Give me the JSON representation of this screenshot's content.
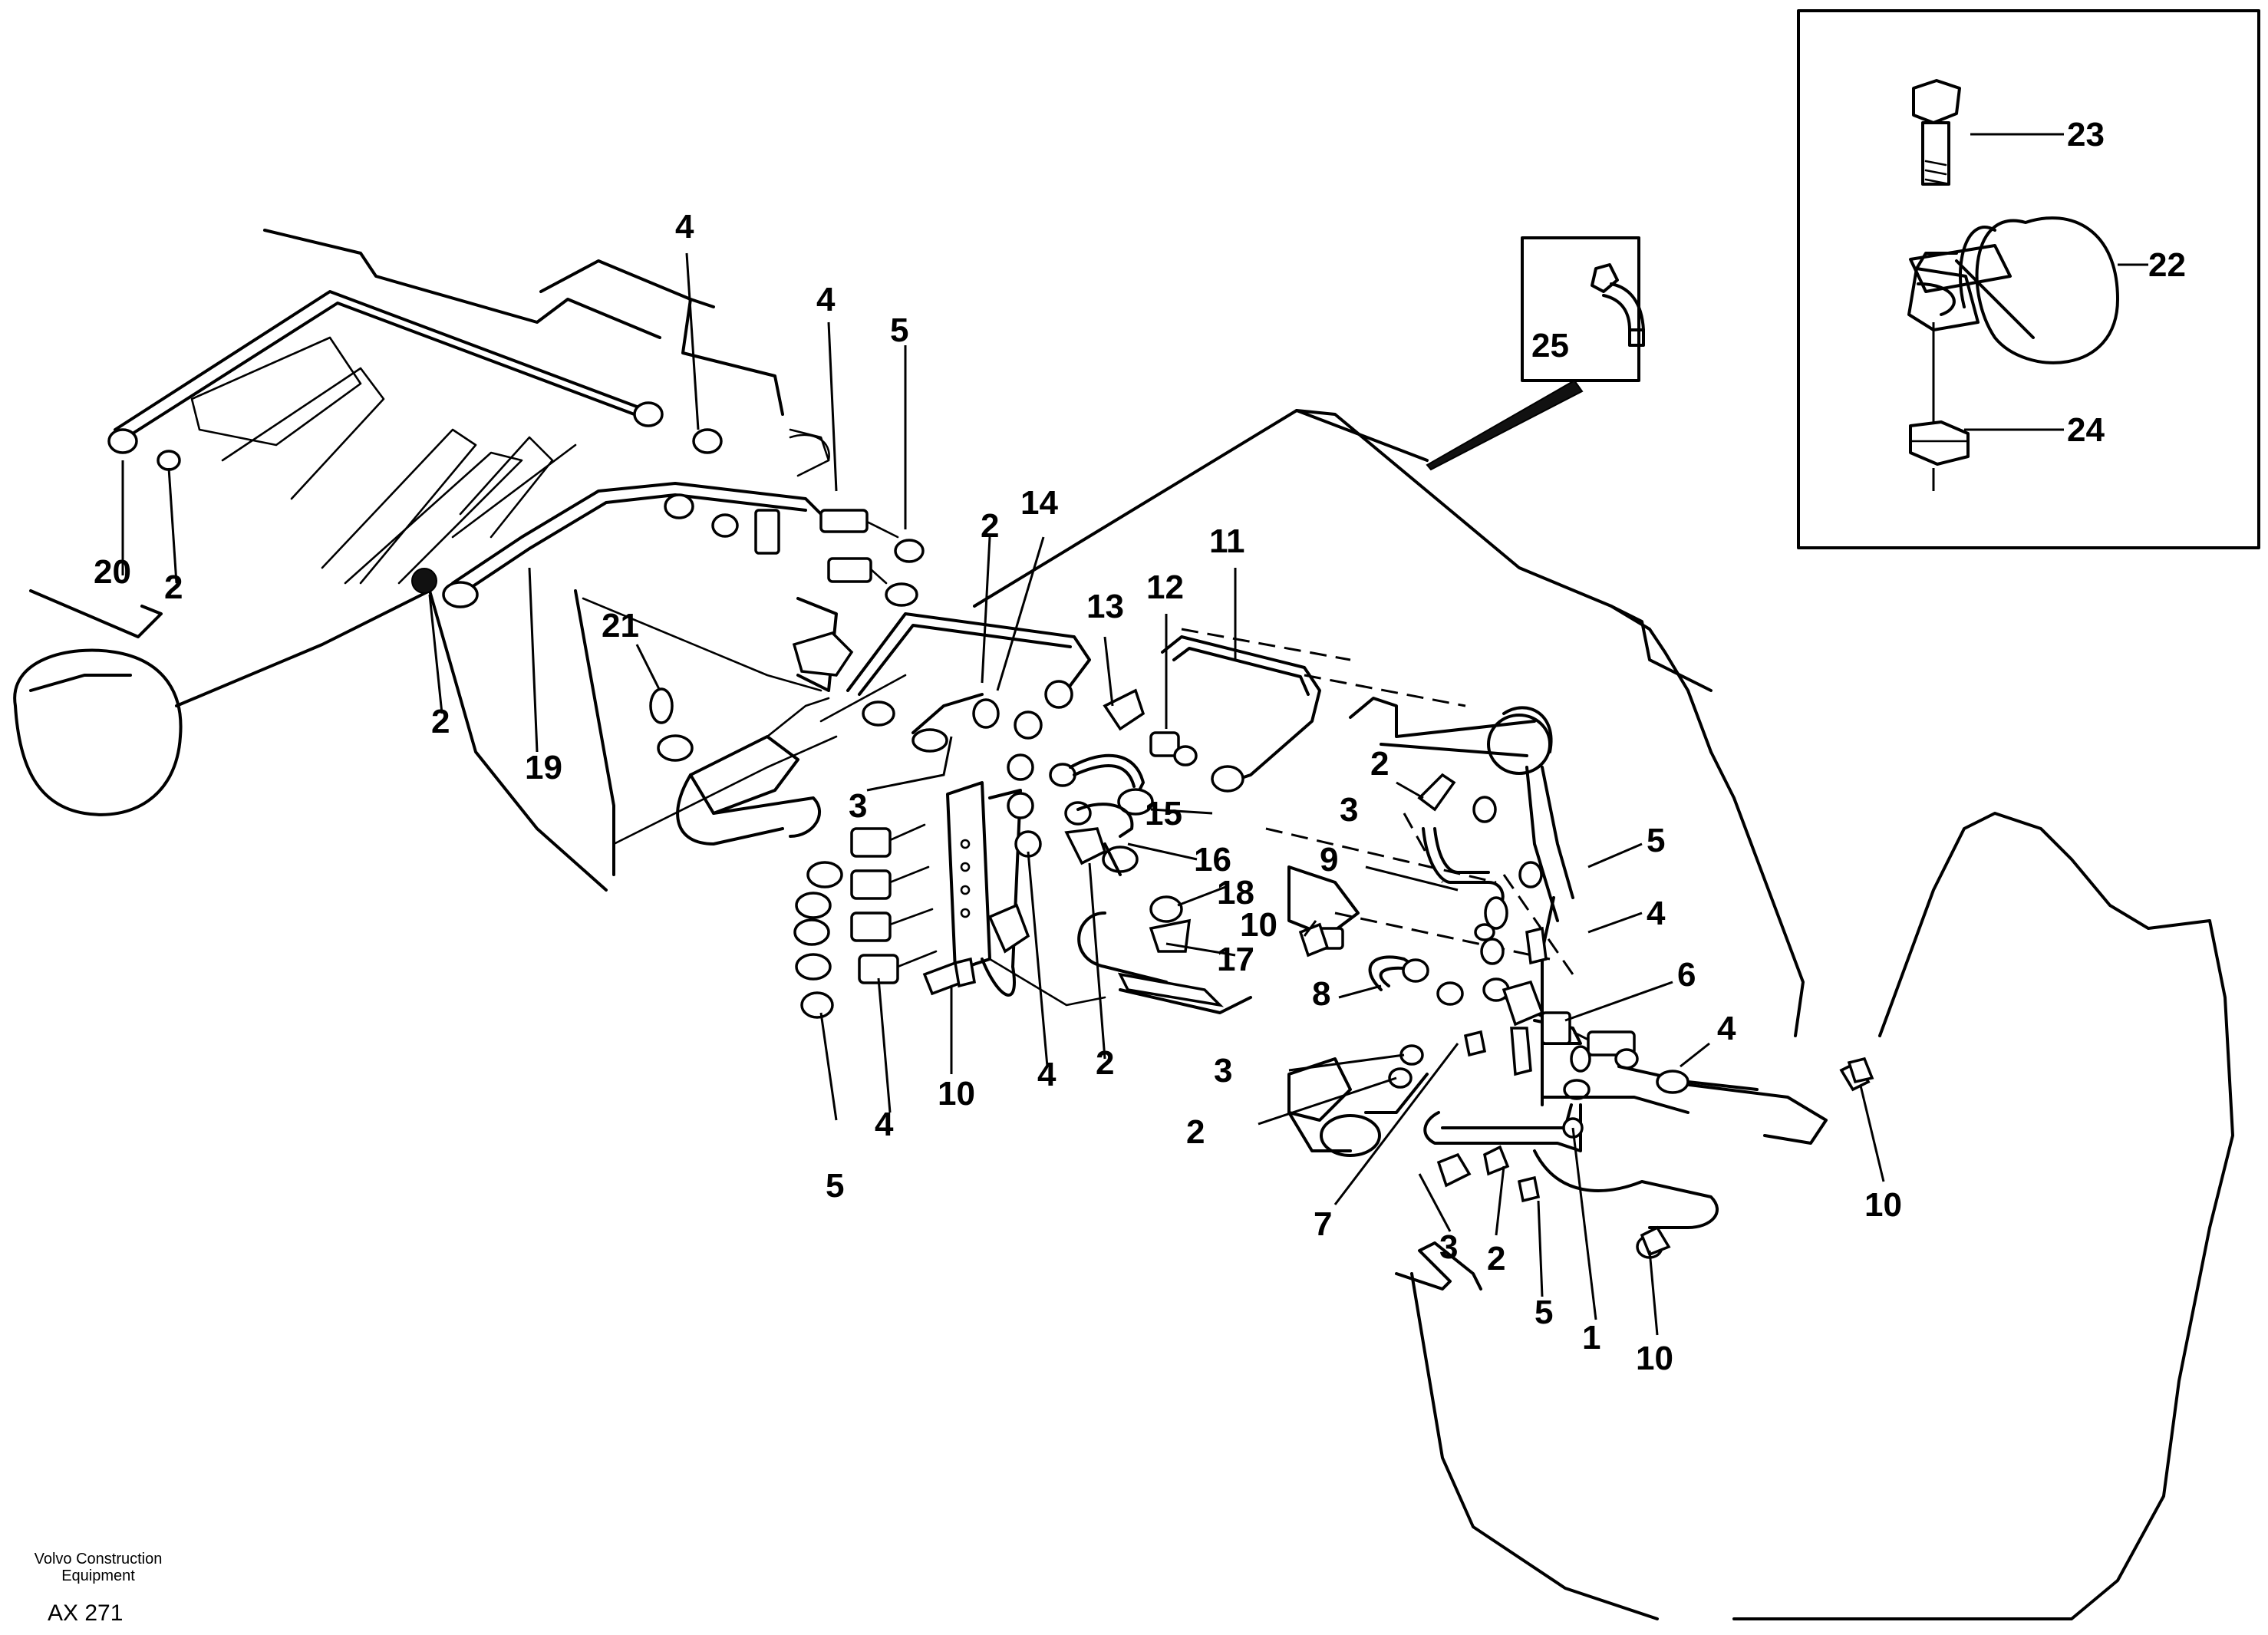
{
  "publisher_line1": "Volvo Construction",
  "publisher_line2": "Equipment",
  "figure_code": "AX 271",
  "callouts": [
    {
      "id": "c4a",
      "text": "4"
    },
    {
      "id": "c4b",
      "text": "4"
    },
    {
      "id": "c5a",
      "text": "5"
    },
    {
      "id": "c14",
      "text": "14"
    },
    {
      "id": "c2a",
      "text": "2"
    },
    {
      "id": "c11",
      "text": "11"
    },
    {
      "id": "c13",
      "text": "13"
    },
    {
      "id": "c12",
      "text": "12"
    },
    {
      "id": "c20",
      "text": "20"
    },
    {
      "id": "c2b",
      "text": "2"
    },
    {
      "id": "c21",
      "text": "21"
    },
    {
      "id": "c2c",
      "text": "2"
    },
    {
      "id": "c19",
      "text": "19"
    },
    {
      "id": "c3a",
      "text": "3"
    },
    {
      "id": "c2d",
      "text": "2"
    },
    {
      "id": "c15",
      "text": "15"
    },
    {
      "id": "c3b",
      "text": "3"
    },
    {
      "id": "c9",
      "text": "9"
    },
    {
      "id": "c5b",
      "text": "5"
    },
    {
      "id": "c16",
      "text": "16"
    },
    {
      "id": "c18",
      "text": "18"
    },
    {
      "id": "c10a",
      "text": "10"
    },
    {
      "id": "c17",
      "text": "17"
    },
    {
      "id": "c4c",
      "text": "4"
    },
    {
      "id": "c8",
      "text": "8"
    },
    {
      "id": "c6",
      "text": "6"
    },
    {
      "id": "c4d",
      "text": "4"
    },
    {
      "id": "c10b",
      "text": "10"
    },
    {
      "id": "c4e",
      "text": "4"
    },
    {
      "id": "c2e",
      "text": "2"
    },
    {
      "id": "c3c",
      "text": "3"
    },
    {
      "id": "c4f",
      "text": "4"
    },
    {
      "id": "c2f",
      "text": "2"
    },
    {
      "id": "c5c",
      "text": "5"
    },
    {
      "id": "c7",
      "text": "7"
    },
    {
      "id": "c10c",
      "text": "10"
    },
    {
      "id": "c3d",
      "text": "3"
    },
    {
      "id": "c2g",
      "text": "2"
    },
    {
      "id": "c5d",
      "text": "5"
    },
    {
      "id": "c1",
      "text": "1"
    },
    {
      "id": "c10d",
      "text": "10"
    },
    {
      "id": "c25",
      "text": "25"
    },
    {
      "id": "c23",
      "text": "23"
    },
    {
      "id": "c22",
      "text": "22"
    },
    {
      "id": "c24",
      "text": "24"
    }
  ]
}
